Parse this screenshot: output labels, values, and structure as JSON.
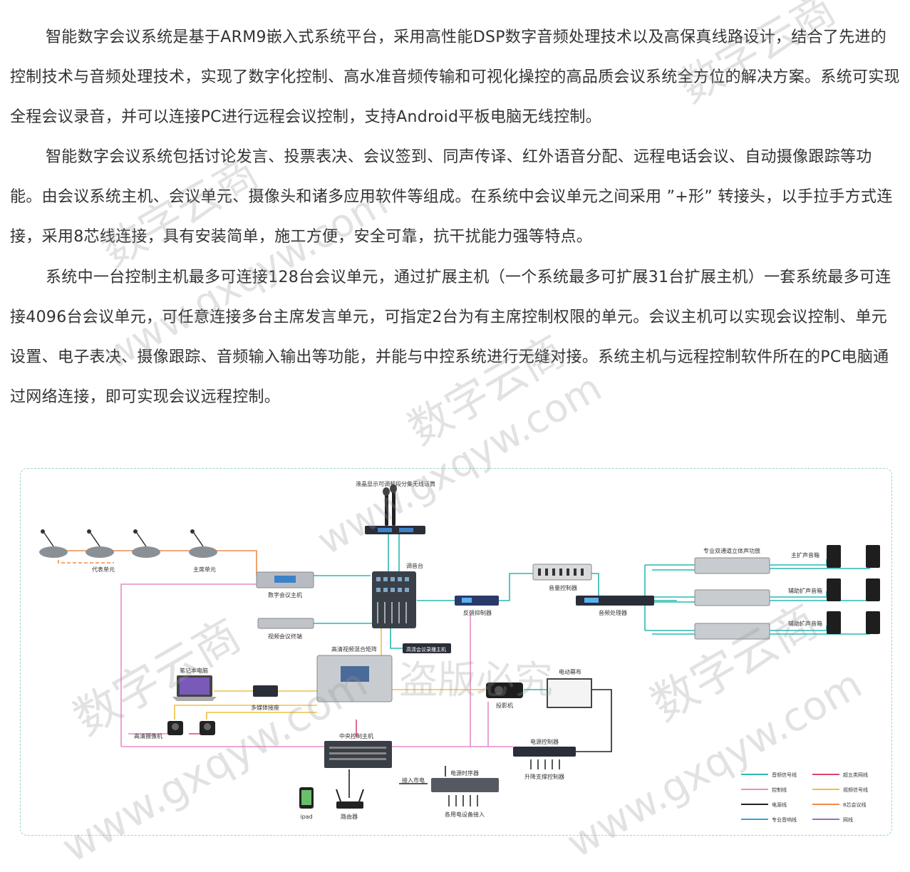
{
  "article": {
    "paragraphs": [
      "智能数字会议系统是基于ARM9嵌入式系统平台，采用高性能DSP数字音频处理技术以及高保真线路设计，结合了先进的控制技术与音频处理技术，实现了数字化控制、高水准音频传输和可视化操控的高品质会议系统全方位的解决方案。系统可实现全程会议录音，并可以连接PC进行远程会议控制，支持Android平板电脑无线控制。",
      "智能数字会议系统包括讨论发言、投票表决、会议签到、同声传译、红外语音分配、远程电话会议、自动摄像跟踪等功能。由会议系统主机、会议单元、摄像头和诸多应用软件等组成。在系统中会议单元之间采用 ”+形” 转接头，以手拉手方式连接，采用8芯线连接，具有安装简单，施工方便，安全可靠，抗干扰能力强等特点。",
      "系统中一台控制主机最多可连接128台会议单元，通过扩展主机（一个系统最多可扩展31台扩展主机）一套系统最多可连接4096台会议单元，可任意连接多台主席发言单元，可指定2台为有主席控制权限的单元。会议主机可以实现会议控制、单元设置、电子表决、摄像跟踪、音频输入输出等功能，并能与中控系统进行无缝对接。系统主机与远程控制软件所在的PC电脑通过网络连接，即可实现会议远程控制。"
    ]
  },
  "diagram": {
    "labels": {
      "wireless_mic": "液晶显示可调频段分集无线话筒",
      "delegate_unit": "代表单元",
      "chairman_unit": "主席单元",
      "conference_host": "数字会议主机",
      "mixer": "调音台",
      "feedback": "反馈抑制器",
      "eq": "音量控制器",
      "processor": "音频处理器",
      "amp": "专业双通道立体声功放",
      "main_speaker": "主扩声音箱",
      "aux_speaker_1": "辅助扩声音箱",
      "aux_speaker_2": "辅助扩声音箱",
      "video_terminal": "视频会议终端",
      "hd_matrix": "高清视频混合矩阵",
      "recorder": "高清会议录播主机",
      "laptop": "笔记本电脑",
      "multimedia": "多媒体接座",
      "camera": "高清摄像机",
      "projector": "投影机",
      "screen": "电动幕布",
      "central_host": "中央控制主机",
      "power_ctrl": "电源控制器",
      "lift_ctrl": "升降支撑控制器",
      "mains": "接入市电",
      "sequencer": "电源时序器",
      "device_power": "各用电设备接入",
      "ipad": "ipad",
      "router": "路由器"
    },
    "legend": [
      {
        "label": "音频信号线",
        "color": "#2ab8b0"
      },
      {
        "label": "超五类网线",
        "color": "#e0456e"
      },
      {
        "label": "控制线",
        "color": "#e88bc4"
      },
      {
        "label": "视频信号线",
        "color": "#f0c040"
      },
      {
        "label": "电源线",
        "color": "#222222"
      },
      {
        "label": "8芯会议线",
        "color": "#f08a4b"
      },
      {
        "label": "专业音响线",
        "color": "#3aa0d8"
      },
      {
        "label": "网线",
        "color": "#9b6bd0"
      }
    ]
  },
  "watermarks": {
    "cn": "数字云商",
    "url": "www.gxqyw.com",
    "copy": "盗版必究"
  }
}
